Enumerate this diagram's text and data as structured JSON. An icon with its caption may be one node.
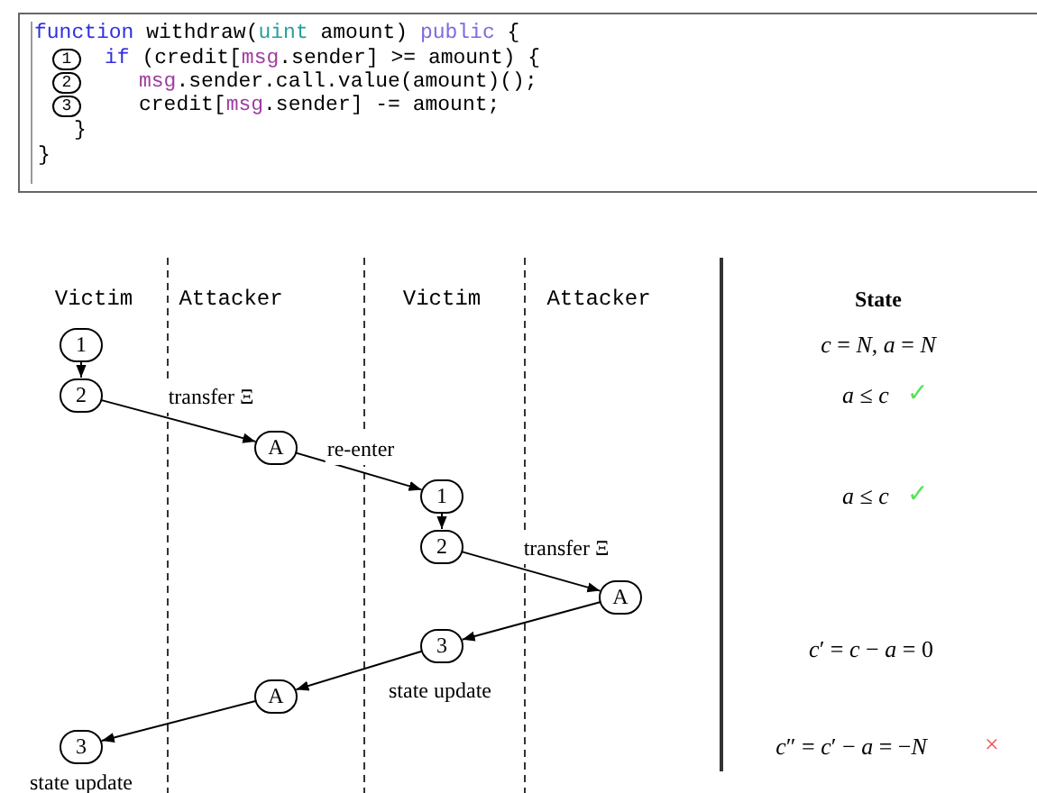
{
  "diagram": {
    "nodes": [
      {
        "text": [
          "function",
          "withdraw(",
          "uint",
          "amount)",
          "public",
          "{",
          "if",
          "(credit[",
          "msg",
          ".sender] >= amount) {",
          "msg",
          ".sender.call.value(amount)();",
          "credit[",
          "msg",
          ".sender] -= amount;",
          "}",
          "}"
        ]
      },
      {
        "text": [
          "1"
        ],
        "in": 0
      },
      {
        "text": [
          "2"
        ],
        "in": 0
      },
      {
        "text": [
          "3"
        ],
        "in": 0
      },
      {
        "text": [
          "1"
        ]
      },
      {
        "text": [
          "2"
        ]
      },
      {
        "text": [
          "A"
        ]
      },
      {
        "text": [
          "1"
        ]
      },
      {
        "text": [
          "2"
        ]
      },
      {
        "text": [
          "A"
        ]
      },
      {
        "text": [
          "3"
        ],
        "beside": [
          "state update"
        ]
      },
      {
        "text": [
          "A"
        ]
      },
      {
        "text": [
          "3"
        ],
        "beside": [
          "state update"
        ]
      }
    ],
    "edges": [
      {
        "from": 4,
        "to": 5,
        "arrow": "to"
      },
      {
        "from": 5,
        "to": 6,
        "arrow": "to",
        "label": "transfer Ξ"
      },
      {
        "from": 6,
        "to": 7,
        "arrow": "to",
        "label": "re-enter"
      },
      {
        "from": 7,
        "to": 8,
        "arrow": "to"
      },
      {
        "from": 8,
        "to": 9,
        "arrow": "to",
        "label": "transfer Ξ"
      },
      {
        "from": 9,
        "to": 10,
        "arrow": "to"
      },
      {
        "from": 10,
        "to": 11,
        "arrow": "to"
      },
      {
        "from": 11,
        "to": 12,
        "arrow": "to"
      }
    ],
    "labels": [
      "Victim",
      "Attacker",
      "Victim",
      "Attacker",
      "State",
      "*c* = *N*, *a* = *N*",
      "*a* ≤ *c*",
      "✓",
      "*a* ≤ *c*",
      "✓",
      "*c*′ = *c* − *a* = 0",
      "*c*″ = *c*′ − *a* = −*N*",
      "×"
    ]
  }
}
